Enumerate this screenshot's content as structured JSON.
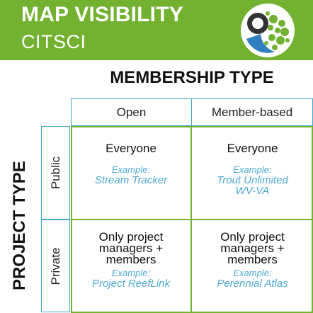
{
  "header": {
    "title": "MAP VISIBILITY",
    "subtitle": "CITSCI"
  },
  "colors": {
    "banner_green": "#72b230",
    "header_blue": "#41a6cc",
    "example_blue": "#4fa9d4",
    "logo_dark": "#333333",
    "logo_blue": "#2f7fc1"
  },
  "logo": {
    "icon": "citsci-bubbles-logo"
  },
  "matrix": {
    "column_axis_title": "MEMBERSHIP TYPE",
    "row_axis_title": "PROJECT TYPE",
    "columns": [
      "Open",
      "Member-based"
    ],
    "rows": [
      "Public",
      "Private"
    ],
    "cells": {
      "public_open": {
        "visibility": "Everyone",
        "example_label": "Example:",
        "example": "Stream Tracker"
      },
      "public_member": {
        "visibility": "Everyone",
        "example_label": "Example:",
        "example_line1": "Trout Unlimited",
        "example_line2": "WV-VA"
      },
      "private_open": {
        "visibility_line1": "Only project",
        "visibility_line2": "managers +",
        "visibility_line3": "members",
        "example_label": "Example:",
        "example": "Project ReefLink"
      },
      "private_member": {
        "visibility_line1": "Only project",
        "visibility_line2": "managers +",
        "visibility_line3": "members",
        "example_label": "Example:",
        "example": "Perennial Atlas"
      }
    }
  }
}
